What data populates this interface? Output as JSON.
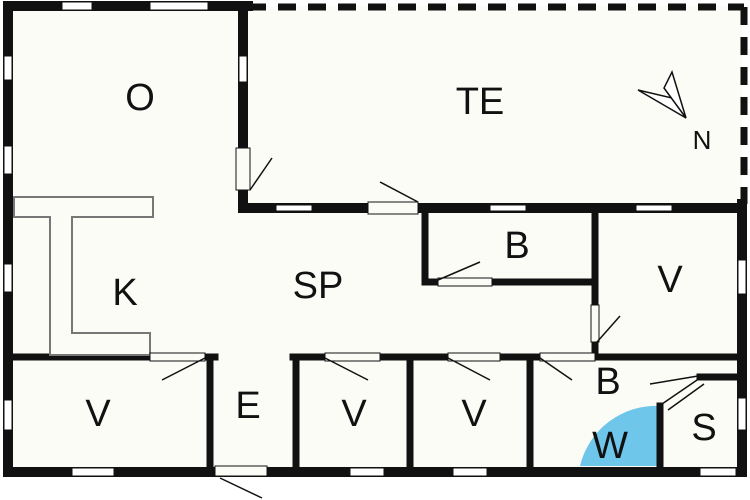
{
  "rooms": {
    "o": "O",
    "te": "TE",
    "b_upper": "B",
    "k": "K",
    "sp": "SP",
    "v_right": "V",
    "v_left": "V",
    "e": "E",
    "v_mid1": "V",
    "v_mid2": "V",
    "b_lower": "B",
    "w": "W",
    "s": "S"
  },
  "compass": {
    "label": "N"
  },
  "colors": {
    "wall": "#111111",
    "floor": "#fbfcf6",
    "window": "#ffffff",
    "bath_highlight": "#6ec6ea"
  }
}
